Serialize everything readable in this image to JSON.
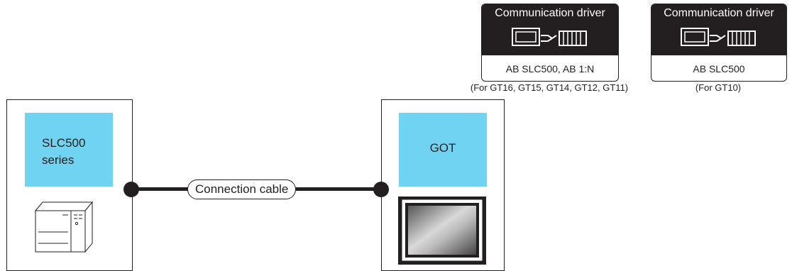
{
  "drivers": [
    {
      "title": "Communication driver",
      "name": "AB SLC500, AB 1:N",
      "note": "(For GT16, GT15, GT14, GT12, GT11)",
      "icon": "pc-to-controller-icon"
    },
    {
      "title": "Communication driver",
      "name": "AB SLC500",
      "note": "(For GT10)",
      "icon": "pc-to-controller-icon"
    }
  ],
  "plc": {
    "label_line1": "SLC500",
    "label_line2": "series",
    "icon": "plc-unit-icon"
  },
  "got": {
    "label": "GOT",
    "icon": "touch-panel-icon"
  },
  "cable": {
    "label": "Connection cable"
  },
  "colors": {
    "device_label_bg": "#70d3f2",
    "ink": "#231f20"
  }
}
